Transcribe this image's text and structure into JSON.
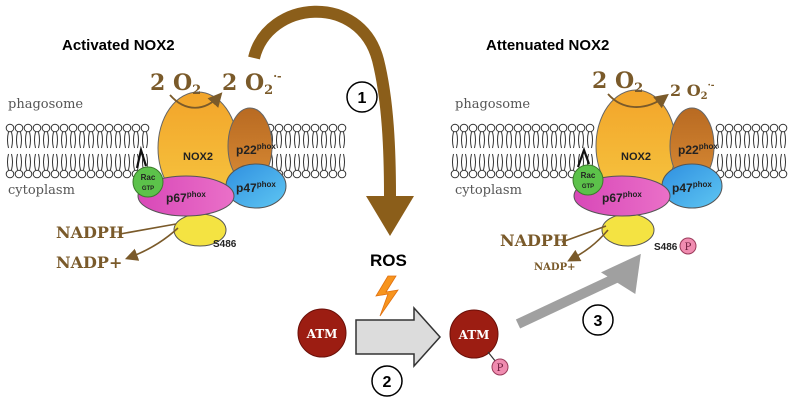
{
  "titles": {
    "activated": "Activated NOX2",
    "attenuated": "Attenuated NOX2"
  },
  "compartments": {
    "phagosome": "phagosome",
    "cytoplasm": "cytoplasm"
  },
  "reaction": {
    "substrate": "2 O",
    "substrate_sub": "2",
    "product": "2 O",
    "product_sub": "2",
    "product_sup": "·-"
  },
  "proteins": {
    "nox2": "NOX2",
    "p22": "p22",
    "p47": "p47",
    "p67": "p67",
    "phox": "phox",
    "rac": "Rac",
    "gtp": "GTP",
    "s486": "S486",
    "phospho": "P"
  },
  "cofactors": {
    "nadph": "NADPH",
    "nadp": "NADP+"
  },
  "signal": {
    "ros": "ROS",
    "atm": "ATM"
  },
  "steps": [
    "1",
    "2",
    "3"
  ],
  "colors": {
    "nox2": "#f5a623",
    "p22": "#c8792a",
    "p47": "#3aa8e8",
    "p67": "#e05ac0",
    "rac": "#5cc24a",
    "yellow": "#f4e342",
    "brown_arrow": "#8b5e1a",
    "atm": "#9c1d12",
    "phospho": "#f08cb0",
    "grey_arrow": "#a0a0a0",
    "lightning": "#f7941d"
  }
}
